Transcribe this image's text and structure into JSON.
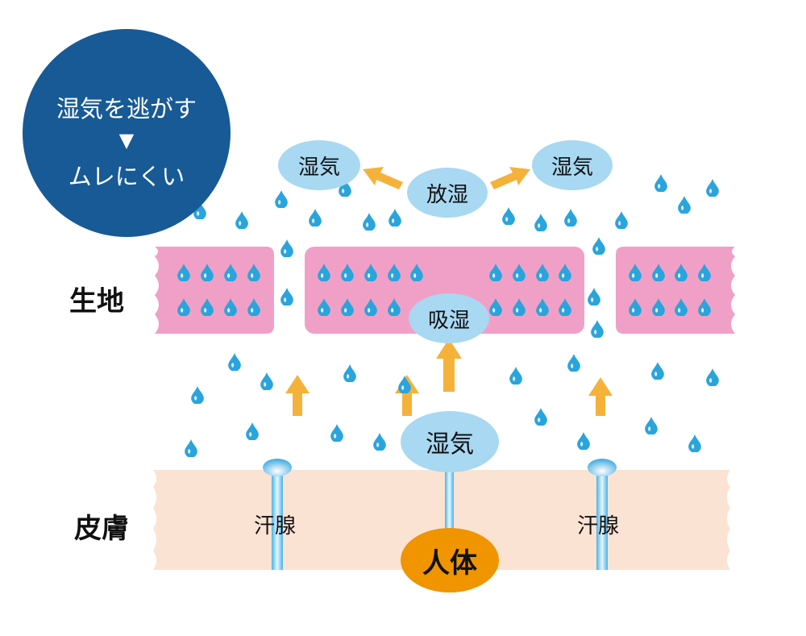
{
  "badge": {
    "line1": "湿気を逃がす",
    "arrow": "▼",
    "line2": "ムレにくい",
    "color": "#175a96"
  },
  "labels": {
    "fabric": "生地",
    "skin": "皮膚",
    "sweat_gland_left": "汗腺",
    "sweat_gland_right": "汗腺"
  },
  "bubbles": {
    "release": "放湿",
    "moisture_top_left": "湿気",
    "moisture_top_right": "湿気",
    "absorb": "吸湿",
    "moisture_body": "湿気",
    "human_body": "人体"
  },
  "colors": {
    "fabric": "#f0a0c6",
    "skin": "#fbe3d4",
    "bubble": "#a8d8f2",
    "arrow": "#f5b23a",
    "drop": "#2aa4dc",
    "body": "#f09400"
  },
  "icons": {
    "droplet": "water-drop-icon",
    "arrow": "arrow-icon"
  }
}
